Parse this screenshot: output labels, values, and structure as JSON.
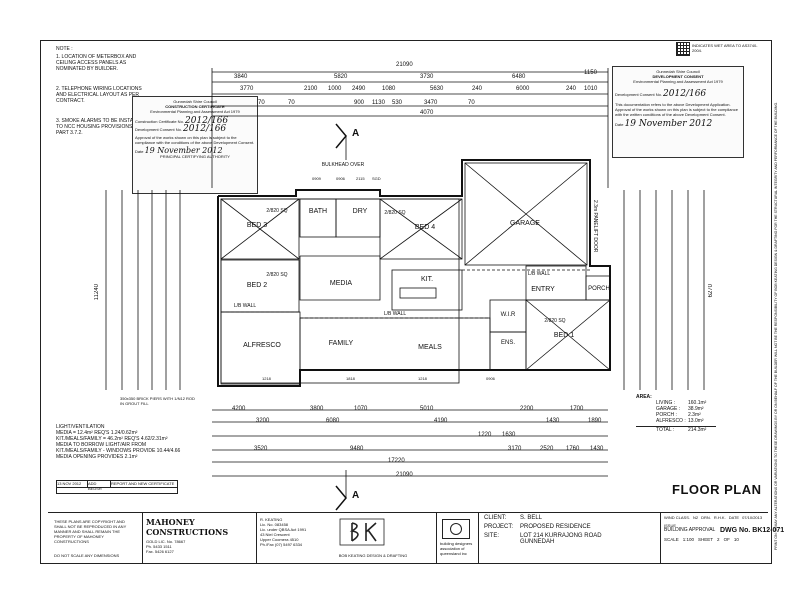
{
  "notes": {
    "header": "NOTE :",
    "items": [
      "1. LOCATION OF METERBOX AND CEILING ACCESS PANELS AS NOMINATED BY BUILDER.",
      "2. TELEPHONE WIRING LOCATIONS AND ELECTRICAL LAYOUT AS PER CONTRACT.",
      "3. SMOKE ALARMS TO BE INSTALLED TO NCC HOUSING PROVISIONS PART 3.7.2."
    ]
  },
  "construction_certificate": {
    "org": "Gunnedah Shire Council",
    "title": "CONSTRUCTION CERTIFICATE",
    "act": "Environmental Planning and Assessment Act 1979",
    "cert_label": "Construction Certificate No.",
    "cert_value": "2012/166",
    "consent_label": "Development Consent No.",
    "consent_value": "2012/166",
    "approval_text": "Approval of the works shown on this plan is subject to the compliance with the conditions of the above Development Consent.",
    "date_label": "Date",
    "date_value": "19 November 2012",
    "officer": "PRINCIPAL CERTIFYING AUTHORITY"
  },
  "development_consent": {
    "org": "Gunnedah Shire Council",
    "title": "DEVELOPMENT CONSENT",
    "act": "Environmental Planning and Assessment Act 1979",
    "consent_label": "Development Consent No.",
    "consent_value": "2012/166",
    "text": "This documentation refers to the above Development Application. Approval of the works shown on this plan is subject to the compliance with the written conditions of the above Development Consent.",
    "date_label": "Date",
    "date_value": "19 November 2012"
  },
  "wet_area_legend": "INDICATES WET AREA TO AS3740-2004.",
  "rooms": {
    "bed3": "BED 3",
    "bed2": "BED 2",
    "bed4": "BED 4",
    "bed1": "BED 1",
    "bath": "BATH",
    "dry": "DRY",
    "media": "MEDIA",
    "kit": "KIT.",
    "garage": "GARAGE",
    "entry": "ENTRY",
    "porch": "PORCH",
    "wir": "W.I.R",
    "ens": "ENS.",
    "alfresco": "ALFRESCO",
    "family": "FAMILY",
    "meals": "MEALS",
    "bulkhead": "BULKHEAD OVER",
    "lw_wall1": "L/B WALL",
    "lw_wall2": "L/B WALL",
    "lw_wall3": "L/B WALL",
    "panelift": "2.3m PANELIFT DOOR",
    "bed3_sq": "2/820 SQ",
    "bed4_sq": "2/820 SQ",
    "bed2_sq": "2/820 SQ",
    "bed1_sq": "2/820 SQ"
  },
  "dimensions": {
    "top_total": "21090",
    "top_row1": [
      "3840",
      "5820",
      "3730",
      "6480",
      "1150"
    ],
    "top_row2": [
      "3770",
      "2100",
      "1000",
      "2490",
      "1080",
      "5630",
      "240",
      "6000",
      "240",
      "1010"
    ],
    "top_row3": [
      "70",
      "70",
      "900",
      "1130",
      "530",
      "3470",
      "70"
    ],
    "top_row4": [
      "4070"
    ],
    "bottom_row1": [
      "4200",
      "3800",
      "1070",
      "5010",
      "2200",
      "1700"
    ],
    "bottom_row2": [
      "3200",
      "6080",
      "4190",
      "1430",
      "1890"
    ],
    "bottom_row3": [
      "1220",
      "1630"
    ],
    "bottom_row4": [
      "3520",
      "9480",
      "3170",
      "2520",
      "1760",
      "1430"
    ],
    "bottom_row5": [
      "17220"
    ],
    "bottom_total": "21090",
    "left_total": "11240",
    "right_total": "6270",
    "bottom_misc": [
      "1218",
      "1818",
      "1218",
      "0906"
    ],
    "top_misc": [
      "0909",
      "0906",
      "2115",
      "SGD"
    ]
  },
  "piers_note": "350x350 BRICK PIERS WITH 1/N12 ROD IN GROUT FILL",
  "ventilation": {
    "title": "LIGHT/VENTILATION",
    "lines": [
      "MEDIA = 12.4m² REQ'S 1.24/0.62m²",
      "KIT./MEALS/FAMILY = 46.2m² REQ'S 4.62/2.31m²",
      "MEDIA TO BORROW LIGHT/AIR FROM",
      "KIT./MEALS/FAMILY - WINDOWS PROVIDE 10.44/4.66",
      "MEDIA OPENING PROVIDES 2.1m²"
    ]
  },
  "area": {
    "title": "AREA:",
    "items": [
      {
        "label": "LIVING :",
        "value": "160.1m²"
      },
      {
        "label": "GARAGE :",
        "value": "38.9m²"
      },
      {
        "label": "PORCH :",
        "value": "2.3m²"
      },
      {
        "label": "ALFRESCO :",
        "value": "13.0m²"
      },
      {
        "label": "TOTAL :",
        "value": "214.3m²"
      }
    ]
  },
  "section_marks": [
    "A",
    "A"
  ],
  "floor_plan_title": "FLOOR PLAN",
  "revision_table": {
    "row1": [
      "13 NOV 2012",
      "ADD BEDSR",
      "REPORT AND NEW CERTIFICATE"
    ],
    "row2": [
      "",
      "",
      ""
    ]
  },
  "title_block": {
    "copyright": "THESE PLANS ARE COPYRIGHT AND SHALL NOT BE REPRODUCED IN ANY MANNER AND SHALL REMAIN THE PROPERTY OF MAHONEY CONSTRUCTIONS",
    "no_scale": "DO NOT SCALE ANY DIMENSIONS",
    "company": "MAHONEY CONSTRUCTIONS",
    "gold_lic": "GOLD LIC. No. 78667",
    "phone": "Ph. 5433 1511",
    "fax": "Fax. 5426 6127",
    "designer_name": "R. KEATING",
    "designer_lines": [
      "Lic. No. 083458",
      "Lic. under QBSA Act 1991",
      "43 Niel Crescent",
      "Upper Coomera 4510",
      "Ph./Fax (07) 5497 6334"
    ],
    "designer_firm": "BOB KEATING DESIGN & DRAFTING",
    "client_label": "CLIENT:",
    "client_value": "S. BELL",
    "project_label": "PROJECT:",
    "project_value": "PROPOSED RESIDENCE",
    "site_label": "SITE:",
    "site_value": "LOT 214 KURRAJONG ROAD",
    "site_value2": "GUNNEDAH",
    "wind_label": "WIND CLASS.",
    "wind_value": "N2",
    "drn_label": "DRN.",
    "drn_value": "R.H.K.",
    "date_label": "DATE",
    "date_value": "07/10/2013",
    "issue_label": "ISSUE",
    "issue_value": "BUILDING APPROVAL",
    "dwg_label": "DWG No.",
    "dwg_value": "BK12-071",
    "scale_label": "SCALE",
    "scale_value": "1:100",
    "sheet_label": "SHEET",
    "sheet_value": "2",
    "of_label": "OF",
    "of_value": "10",
    "qbcc": "building designers association of queensland inc"
  },
  "side_note": "PRINT ON: 08 MAY ANY ALTERATIONS OR VARIATIONS TO THESE DRAWINGS BY OR ON BEHALF OF THE BUILDER WILL NOT BE THE RESPONSIBILITY OF BOB KEATING DESIGN & DRAFTING FOR THE STRUCTURAL INTEGRITY AND PERFORMANCE OF THE BUILDING."
}
